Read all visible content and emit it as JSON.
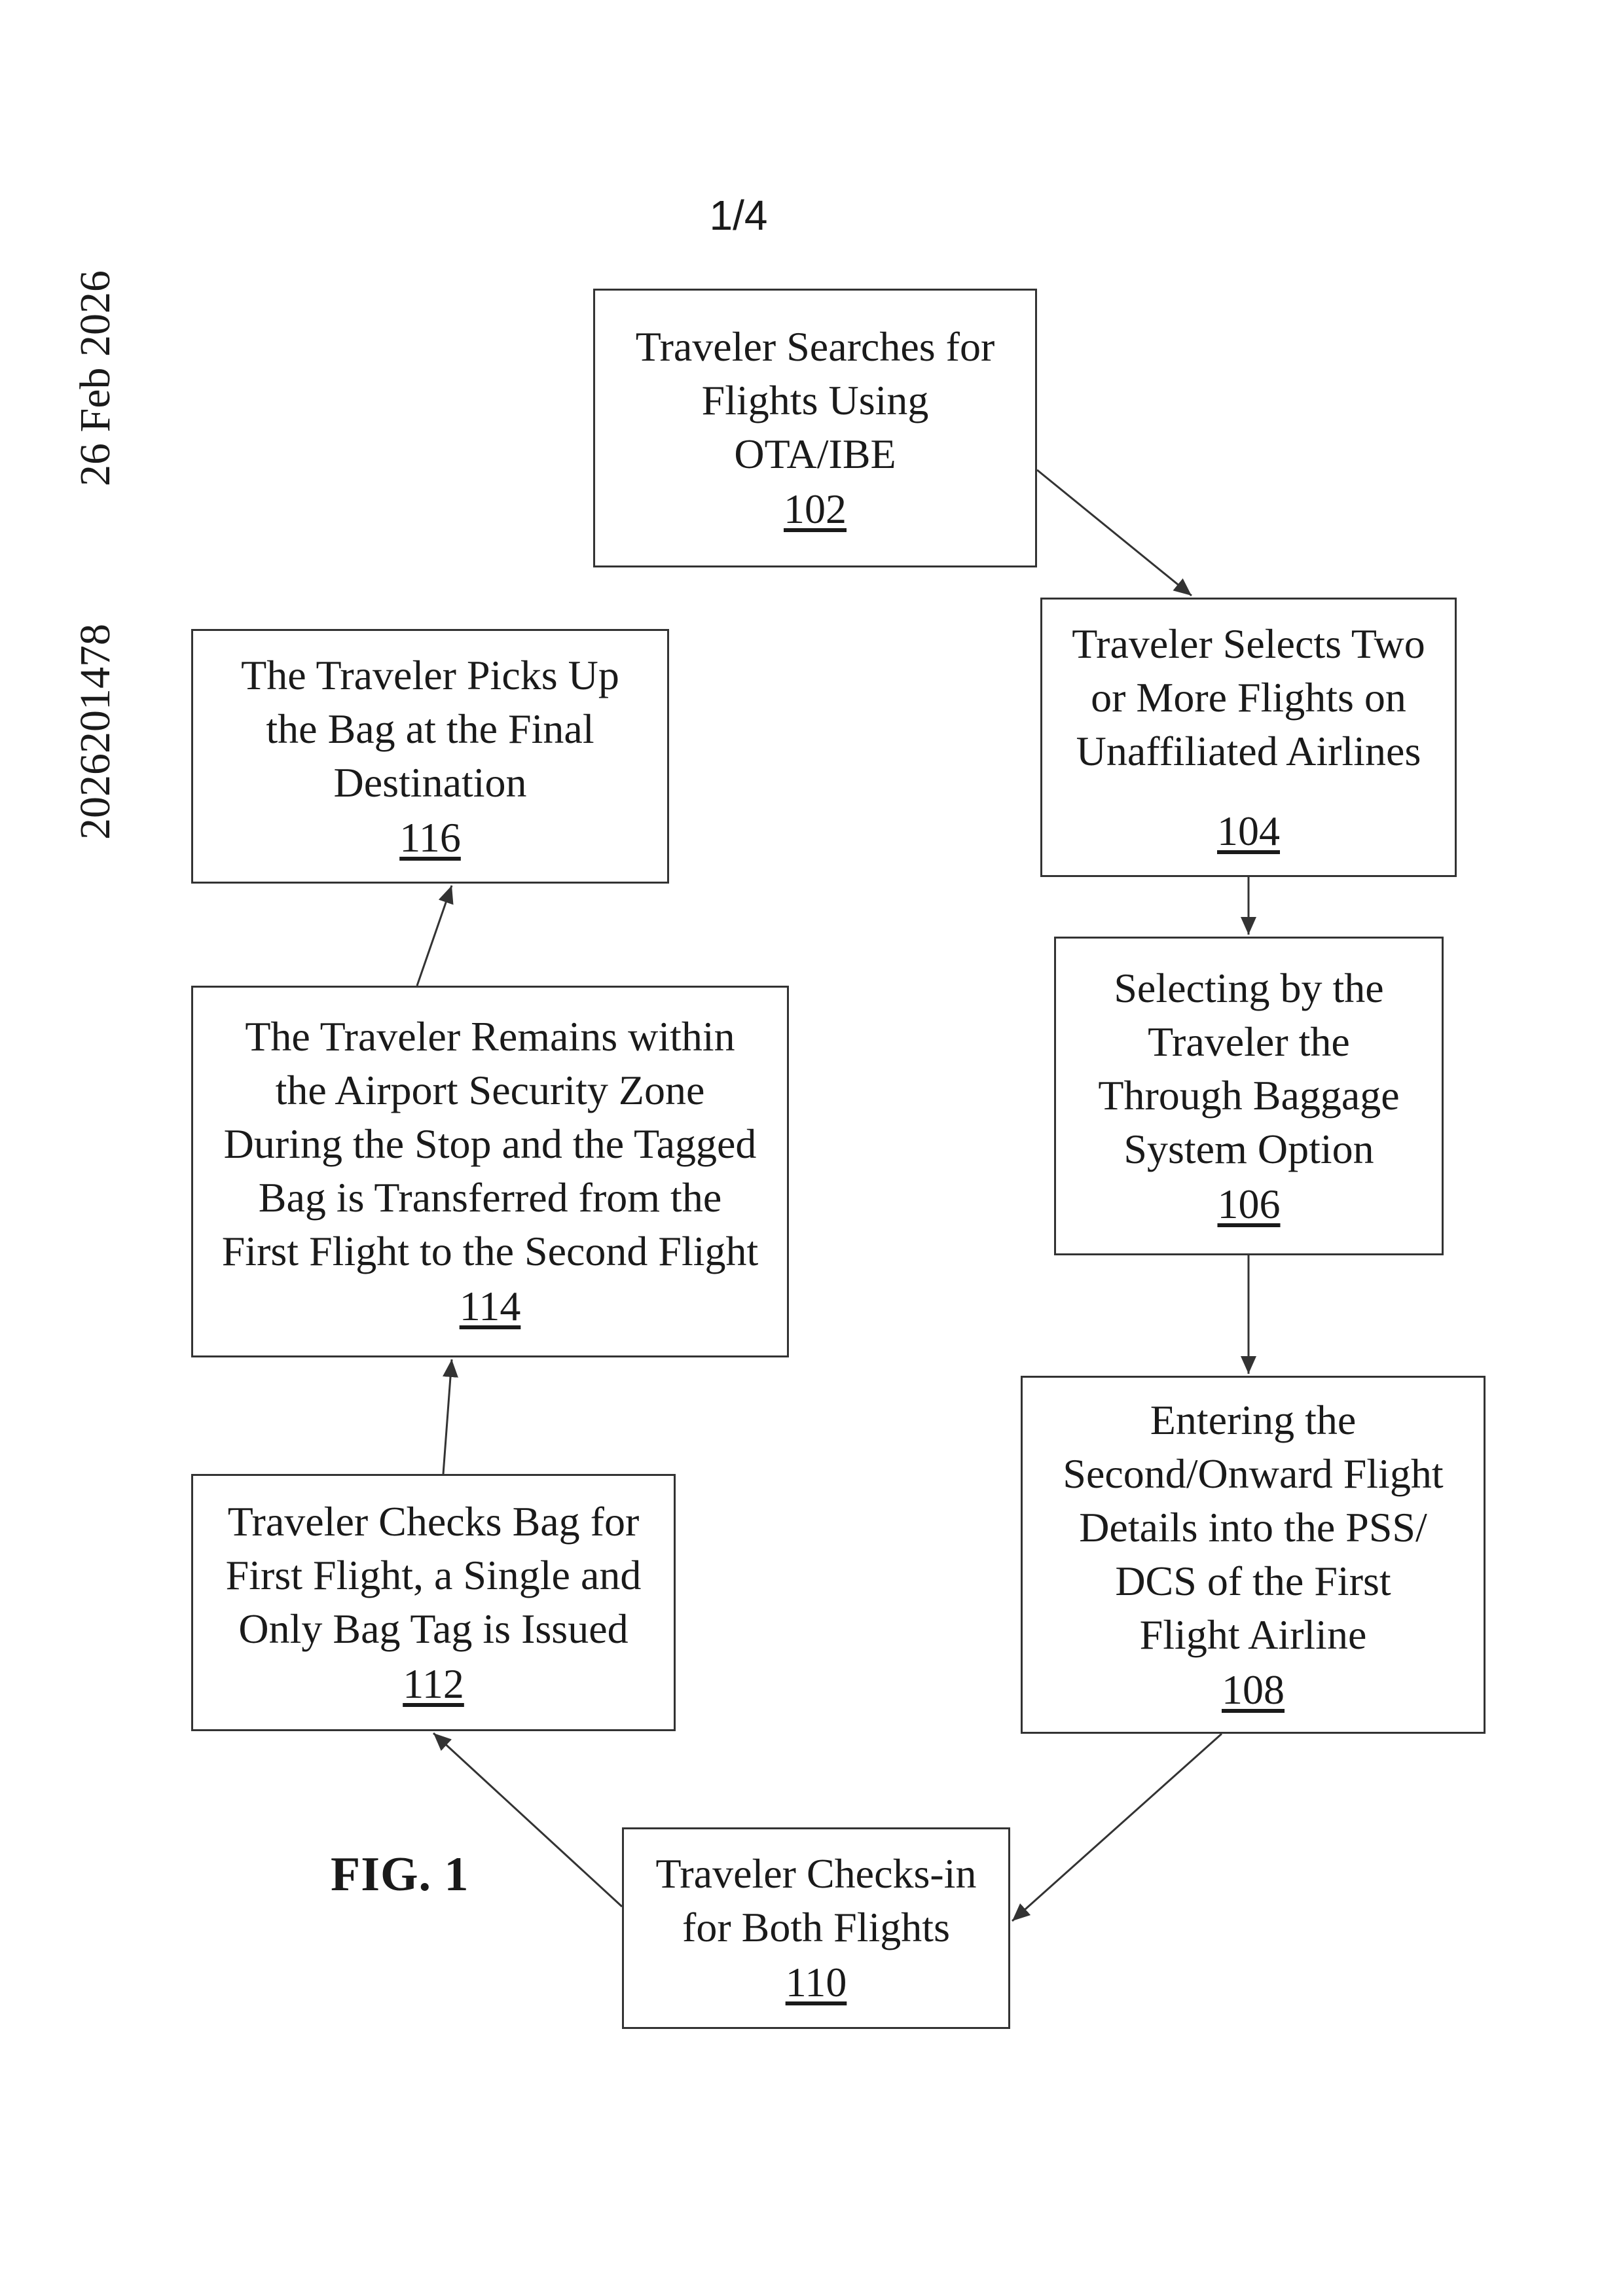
{
  "header": {
    "date": "26 Feb 2026",
    "publication_number": "2026201478",
    "page_number": "1/4"
  },
  "figure_label": "FIG. 1",
  "boxes": {
    "b102": {
      "text": [
        "Traveler Searches for",
        "Flights Using",
        "OTA/IBE"
      ],
      "ref": "102"
    },
    "b104": {
      "text": [
        "Traveler Selects Two",
        "or More Flights on",
        "Unaffiliated Airlines"
      ],
      "ref": "104"
    },
    "b106": {
      "text": [
        "Selecting by the",
        "Traveler the",
        "Through Baggage",
        "System Option"
      ],
      "ref": "106"
    },
    "b108": {
      "text": [
        "Entering the",
        "Second/Onward Flight",
        "Details into the PSS/",
        "DCS of the First",
        "Flight Airline"
      ],
      "ref": "108"
    },
    "b110": {
      "text": [
        "Traveler Checks-in",
        "for Both Flights"
      ],
      "ref": "110"
    },
    "b112": {
      "text": [
        "Traveler Checks Bag for",
        "First Flight, a Single and",
        "Only Bag Tag is Issued"
      ],
      "ref": "112"
    },
    "b114": {
      "text": [
        "The Traveler Remains within",
        "the Airport Security Zone",
        "During the Stop and the Tagged",
        "Bag is Transferred from the",
        "First Flight to the Second Flight"
      ],
      "ref": "114"
    },
    "b116": {
      "text": [
        "The Traveler Picks Up",
        "the Bag at the Final",
        "Destination"
      ],
      "ref": "116"
    }
  }
}
